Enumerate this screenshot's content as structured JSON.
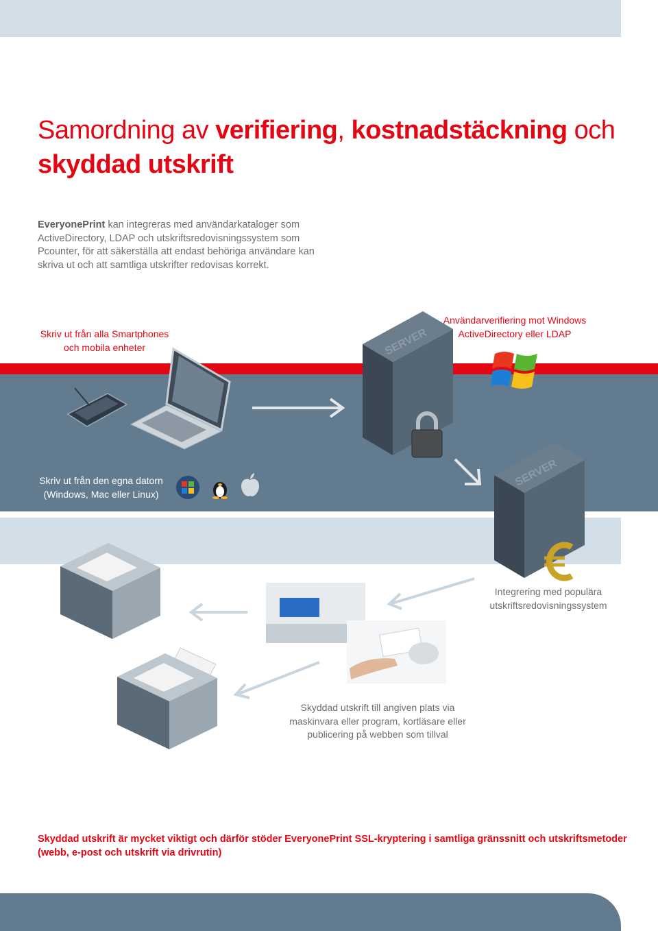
{
  "title": {
    "part1": "Samordning av ",
    "bold1": "verifiering",
    "part2": ", ",
    "bold2": "kostnadstäckning",
    "part3": " och",
    "bold3": "skyddad utskrift"
  },
  "intro": {
    "brand": "EveryonePrint",
    "text": " kan integreras med användarkataloger som ActiveDirectory, LDAP och utskriftsredovisningssystem som Pcounter, för att säkerställa att endast behöriga användare kan skriva ut och att samtliga utskrifter redovisas korrekt."
  },
  "captions": {
    "smartphones": [
      "Skriv ut från alla Smartphones",
      "och mobila enheter"
    ],
    "userverify": [
      "Användarverifiering mot Windows",
      "ActiveDirectory eller LDAP"
    ],
    "computer": [
      "Skriv ut från den egna datorn",
      "(Windows, Mac eller Linux)"
    ],
    "accounting": [
      "Integrering med populära",
      "utskriftsredovisningssystem"
    ],
    "secure": [
      "Skyddad utskrift till angiven plats via",
      "maskinvara eller program, kortläsare eller",
      "publicering på webben som tillval"
    ]
  },
  "server_label": "SERVER",
  "footer": "Skyddad utskrift är mycket viktigt och därför stöder EveryonePrint SSL-kryptering i samtliga gränssnitt och utskriftsmetoder (webb, e-post och utskrift via drivrutin)",
  "icons": [
    "smartphone-icon",
    "laptop-icon",
    "server-icon",
    "padlock-icon",
    "windows-logo-icon",
    "linux-penguin-icon",
    "apple-logo-icon",
    "euro-icon",
    "printer-icon",
    "copier-icon",
    "card-reader-icon",
    "arrow-icon"
  ],
  "colors": {
    "accent": "#e30613",
    "dark_band": "#637b8f",
    "light_band": "#d2dee8",
    "text_grey": "#6b6f73"
  }
}
